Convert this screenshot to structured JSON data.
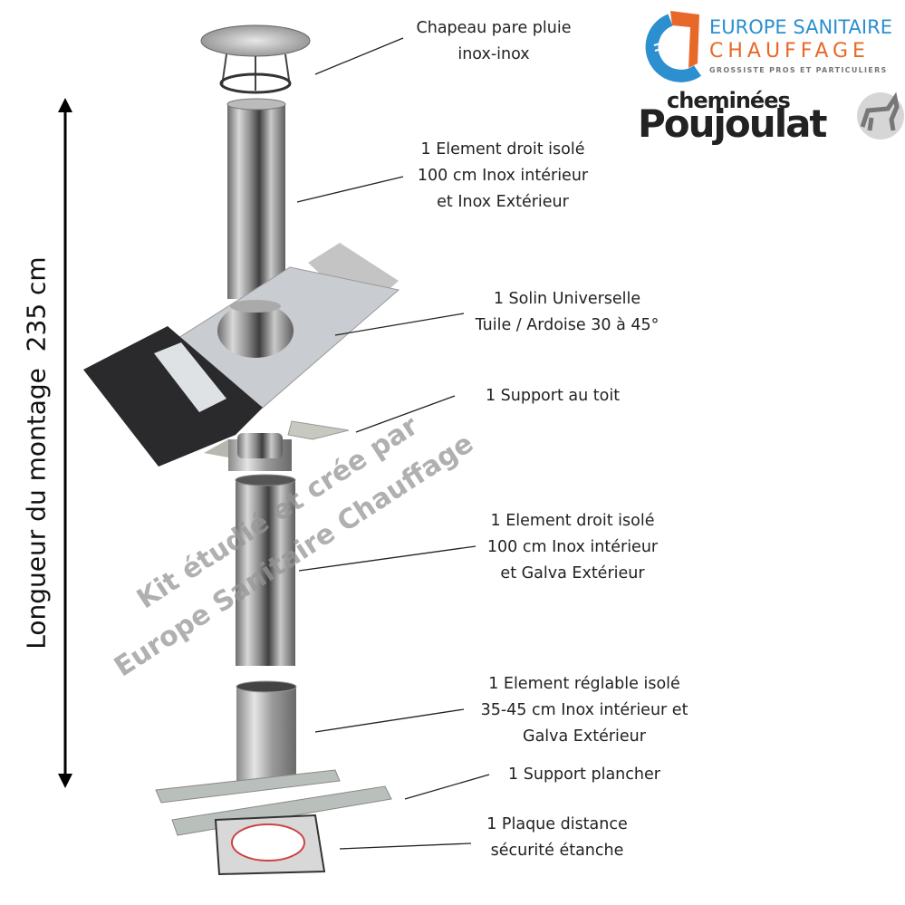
{
  "dimension_label": "Longueur du montage  235 cm",
  "watermark": {
    "line1": "Kit étudié et crée par",
    "line2": "Europe Sanitaire Chauffage"
  },
  "logos": {
    "europe_sanitaire": {
      "line1": "EUROPE SANITAIRE",
      "line2": "CHAUFFAGE",
      "tagline": "GROSSISTE PROS ET PARTICULIERS",
      "colors": {
        "blue": "#2b8fd0",
        "orange": "#e8682a"
      }
    },
    "poujoulat": {
      "line1": "cheminées",
      "line2": "Poujoulat",
      "icon": "cat-icon"
    }
  },
  "components": [
    {
      "lines": [
        "Chapeau pare pluie",
        "inox-inox"
      ]
    },
    {
      "lines": [
        "1 Element droit isolé",
        "100 cm Inox intérieur",
        "et Inox Extérieur"
      ]
    },
    {
      "lines": [
        "1 Solin Universelle",
        "Tuile / Ardoise 30 à 45°"
      ]
    },
    {
      "lines": [
        "1 Support au toit"
      ]
    },
    {
      "lines": [
        "1 Element droit isolé",
        "100 cm Inox intérieur",
        "et Galva Extérieur"
      ]
    },
    {
      "lines": [
        "1 Element réglable isolé",
        "35-45 cm Inox intérieur et",
        "Galva Extérieur"
      ]
    },
    {
      "lines": [
        "1 Support plancher"
      ]
    },
    {
      "lines": [
        "1 Plaque distance",
        "sécurité étanche"
      ]
    }
  ]
}
